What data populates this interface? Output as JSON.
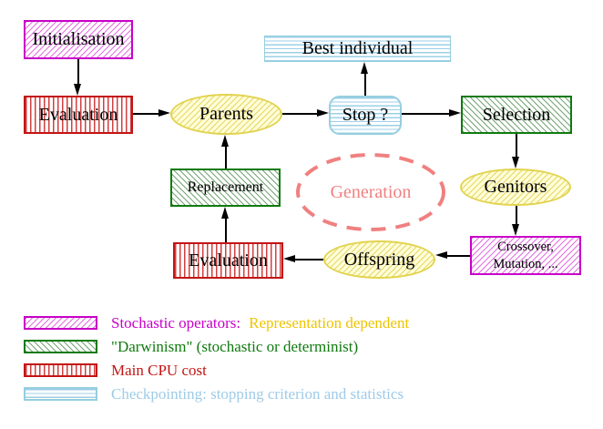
{
  "nodes": {
    "initialisation": "Initialisation",
    "evaluation_top": "Evaluation",
    "parents": "Parents",
    "best_individual": "Best individual",
    "stop": "Stop ?",
    "selection": "Selection",
    "replacement": "Replacement",
    "generation": "Generation",
    "genitors": "Genitors",
    "evaluation_bottom": "Evaluation",
    "offspring": "Offspring",
    "crossover_line1": "Crossover,",
    "crossover_line2": "Mutation, ..."
  },
  "legend": {
    "rows": [
      {
        "swatch": "magenta-hatch",
        "text1": "Stochastic operators:",
        "text2": "Representation dependent"
      },
      {
        "swatch": "green-hatch",
        "text1": "\"Darwinism\" (stochastic or determinist)"
      },
      {
        "swatch": "red-vertical-stripes",
        "text1": "Main CPU cost"
      },
      {
        "swatch": "cyan-horizontal-stripes",
        "text1": "Checkpointing: stopping criterion and statistics"
      }
    ]
  },
  "colors": {
    "magenta": "#c800c8",
    "gold": "#eec400",
    "green": "#0f7a0f",
    "red": "#c41414",
    "light_blue": "#9ecbe8",
    "salmon": "#f08080",
    "yellow": "#e2d34f"
  }
}
